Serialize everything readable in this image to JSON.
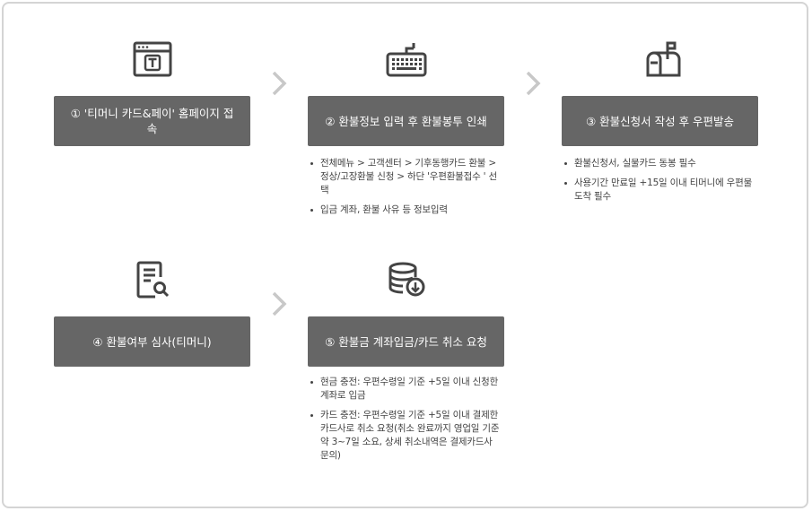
{
  "steps": [
    {
      "title": "① '티머니 카드&페이' 홈페이지 접속",
      "icon": "browser-t-icon",
      "notes": []
    },
    {
      "title": "② 환불정보 입력 후 환불봉투 인쇄",
      "icon": "keyboard-icon",
      "notes": [
        "전체메뉴 > 고객센터 > 기후동행카드 환불 > 정상/고장환불 신청 > 하단 '우편환불접수 ' 선택",
        "입금 계좌, 환불 사유 등 정보입력"
      ]
    },
    {
      "title": "③ 환불신청서 작성 후 우편발송",
      "icon": "mailbox-icon",
      "notes": [
        "환불신청서, 실물카드 동봉 필수",
        "사용기간 만료일 +15일 이내 티머니에 우편물 도착 필수"
      ]
    },
    {
      "title": "④ 환불여부 심사(티머니)",
      "icon": "document-search-icon",
      "notes": []
    },
    {
      "title": "⑤ 환불금 계좌입금/카드 취소 요청",
      "icon": "database-download-icon",
      "notes": [
        "현금 충전: 우편수령일 기준 +5일 이내 신청한 계좌로 입금",
        "카드 충전: 우편수령일 기준 +5일 이내 결제한 카드사로 취소 요청(취소 완료까지 영업일 기준 약 3~7일 소요, 상세 취소내역은 결제카드사 문의)"
      ]
    }
  ],
  "colors": {
    "box_bg": "#666666",
    "box_text": "#ffffff",
    "border": "#d4d4d4",
    "chevron": "#c8c8c8"
  }
}
